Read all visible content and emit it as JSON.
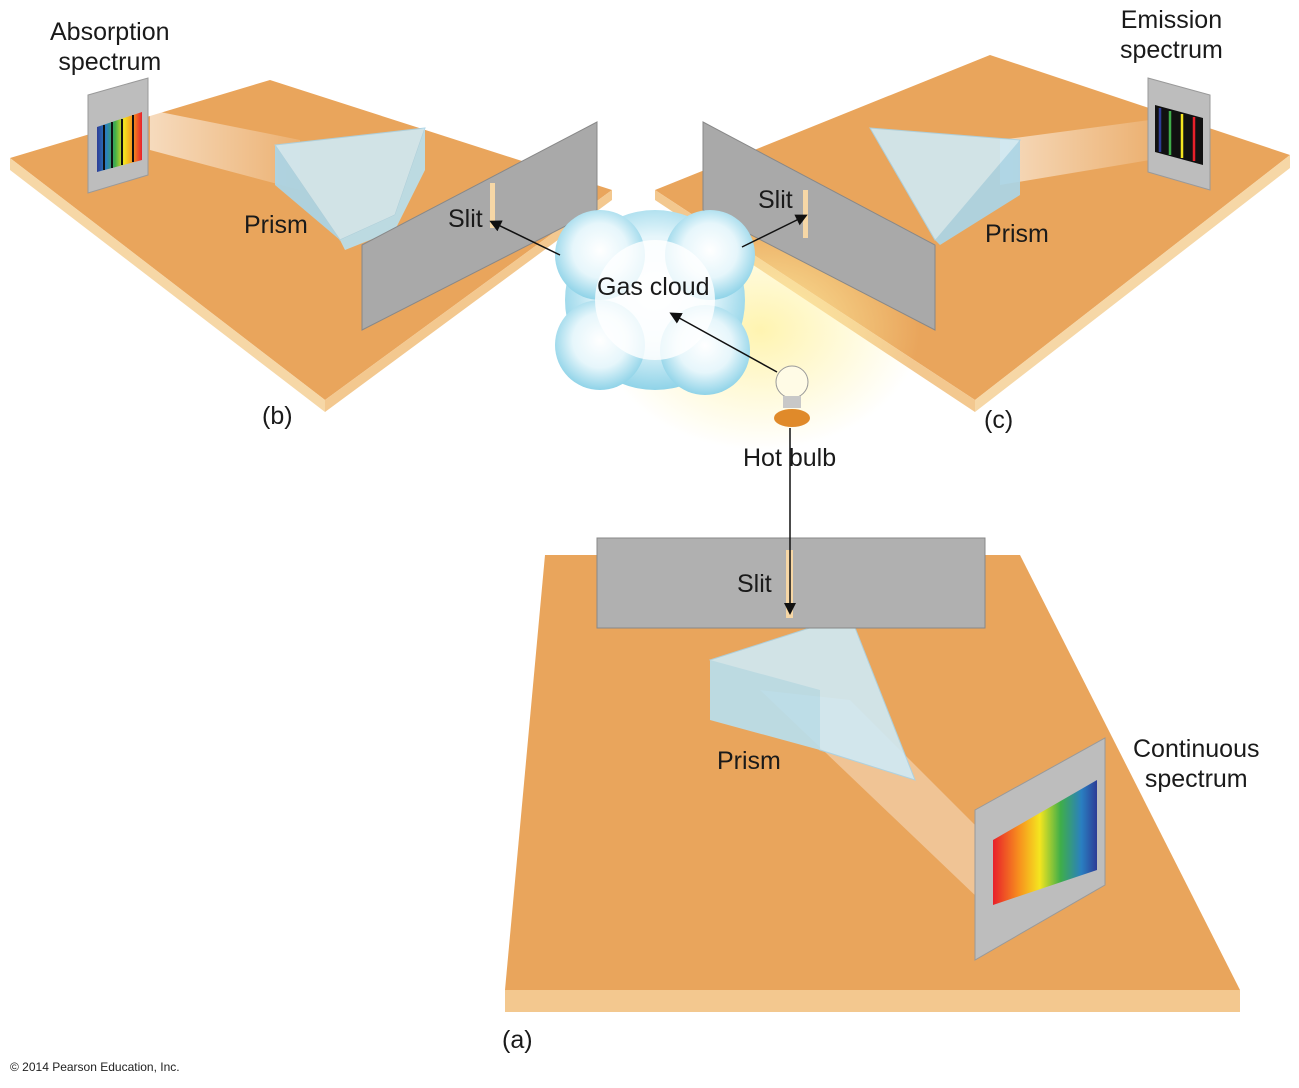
{
  "labels": {
    "absorption_spectrum": [
      "Absorption",
      "spectrum"
    ],
    "emission_spectrum": [
      "Emission",
      "spectrum"
    ],
    "continuous_spectrum": [
      "Continuous",
      "spectrum"
    ],
    "prism_b": "Prism",
    "prism_c": "Prism",
    "prism_a": "Prism",
    "slit_b": "Slit",
    "slit_c": "Slit",
    "slit_a": "Slit",
    "gas_cloud": "Gas cloud",
    "hot_bulb": "Hot bulb",
    "panel_a": "(a)",
    "panel_b": "(b)",
    "panel_c": "(c)"
  },
  "copyright": "© 2014 Pearson Education, Inc.",
  "colors": {
    "table": "#e9a55c",
    "table_edge": "#f6d7a6",
    "screen": "#b9b9b9",
    "prism": "#bfe3f3",
    "cloud": "#9fd8ea"
  }
}
